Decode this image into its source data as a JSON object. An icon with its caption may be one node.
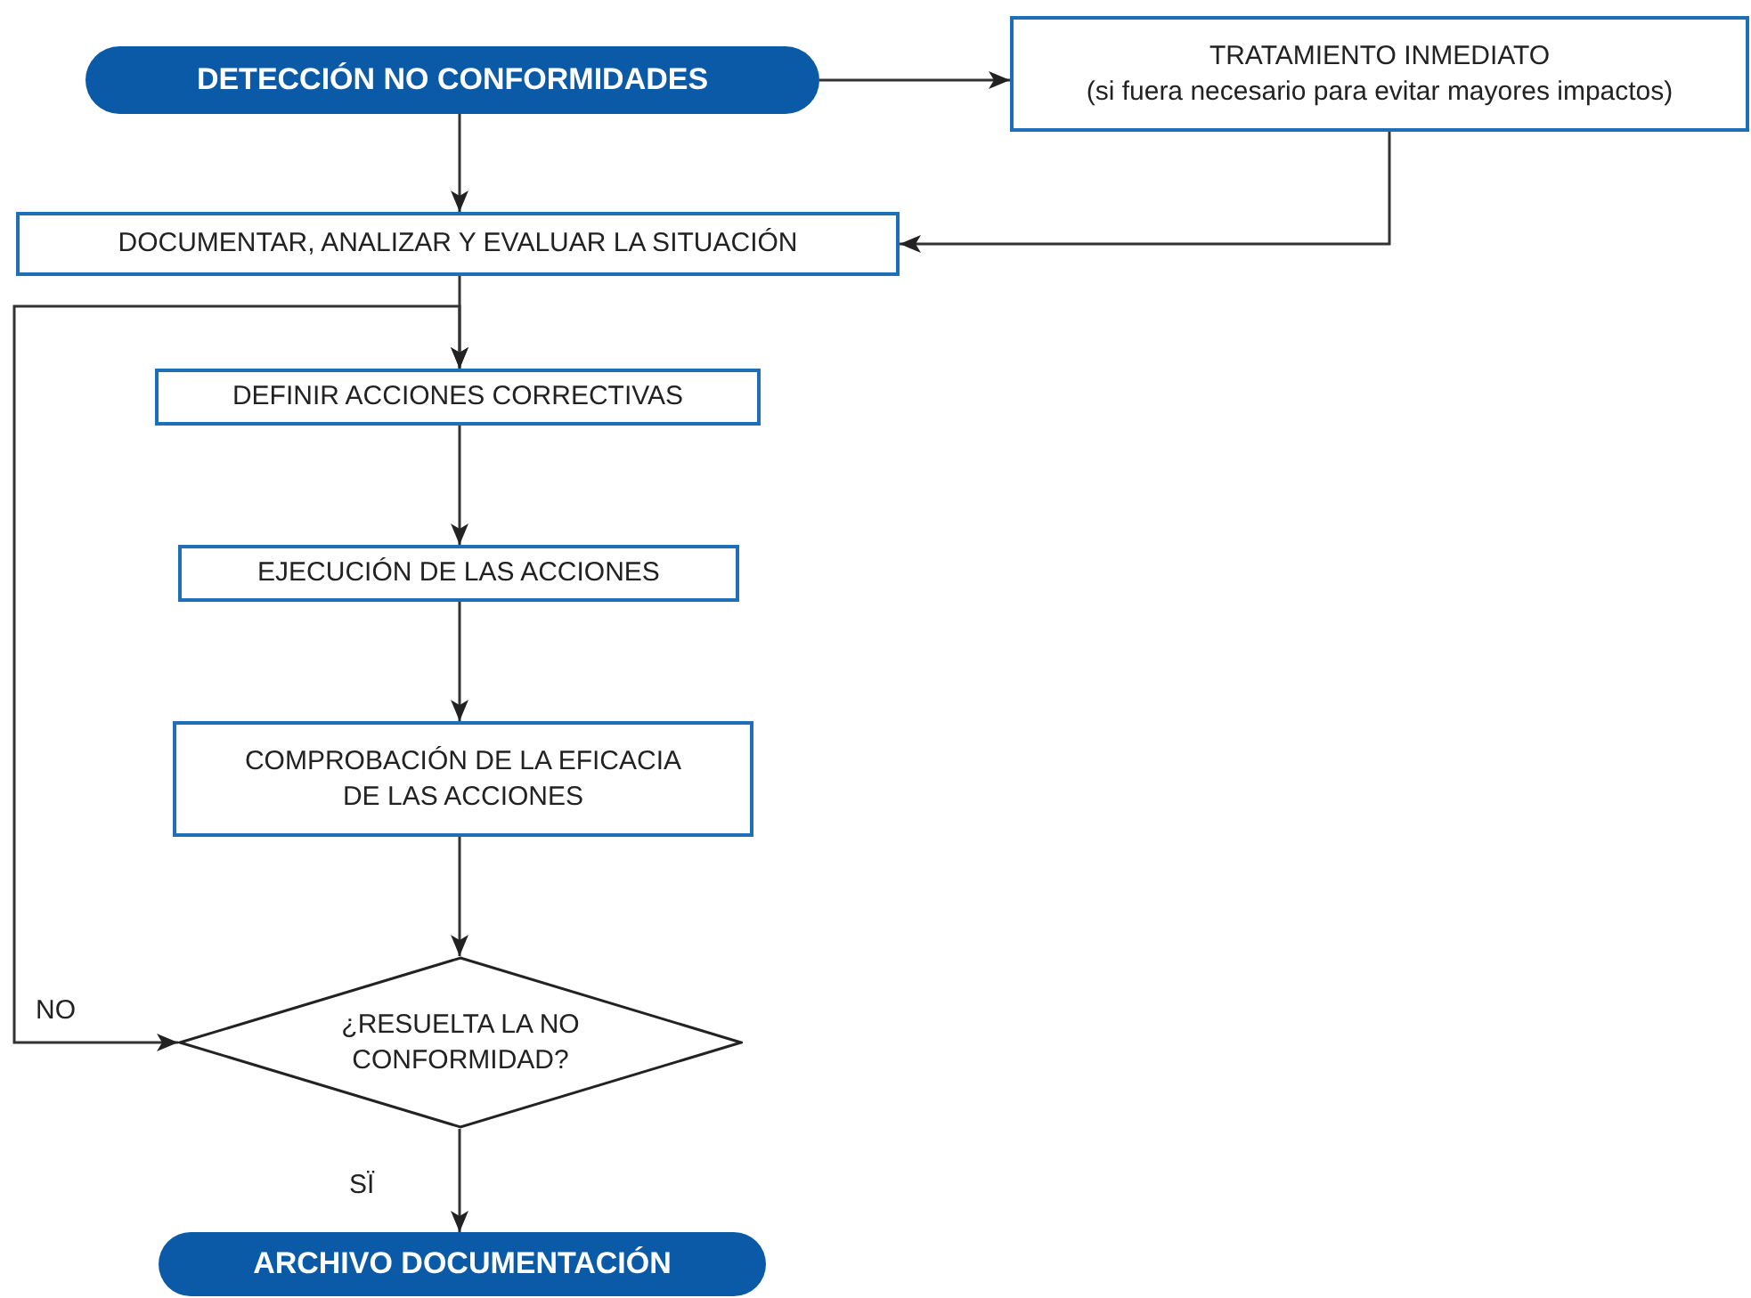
{
  "diagram": {
    "nodes": [
      {
        "text": [
          "DETECCIÓN NO CONFORMIDADES"
        ]
      },
      {
        "text": [
          "TRATAMIENTO INMEDIATO",
          "(si fuera necesario para evitar mayores impactos)"
        ]
      },
      {
        "text": [
          "DOCUMENTAR, ANALIZAR Y EVALUAR LA SITUACIÓN"
        ]
      },
      {
        "text": [
          "DEFINIR ACCIONES CORRECTIVAS"
        ]
      },
      {
        "text": [
          "EJECUCIÓN DE LAS ACCIONES"
        ]
      },
      {
        "text": [
          "COMPROBACIÓN DE LA EFICACIA DE LAS ACCIONES"
        ]
      },
      {
        "text": [
          "¿RESUELTA LA NO CONFORMIDAD?"
        ]
      },
      {
        "text": [
          "ARCHIVO DOCUMENTACIÓN"
        ]
      }
    ],
    "edges": [
      {
        "from": 0,
        "to": 1,
        "arrow": "to"
      },
      {
        "from": 0,
        "to": 2,
        "arrow": "to"
      },
      {
        "from": 1,
        "to": 2,
        "arrow": "to"
      },
      {
        "from": 2,
        "to": 3,
        "arrow": "to"
      },
      {
        "from": 3,
        "to": 4,
        "arrow": "to"
      },
      {
        "from": 4,
        "to": 5,
        "arrow": "to"
      },
      {
        "from": 5,
        "to": 6,
        "arrow": "to"
      },
      {
        "from": 6,
        "to": 3,
        "arrow": "both",
        "label": "NO"
      },
      {
        "from": 6,
        "to": 7,
        "arrow": "to",
        "label": "SÏ"
      }
    ]
  }
}
